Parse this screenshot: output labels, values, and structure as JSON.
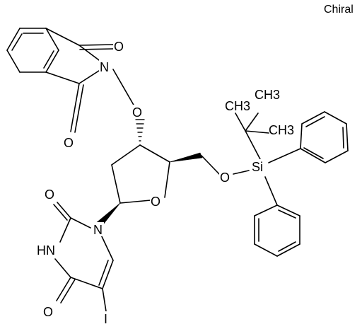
{
  "diagram": {
    "stereo_label": "Chiral",
    "atoms": {
      "o_imide_top": "O",
      "n_imide": "N",
      "o_imide_bottom": "O",
      "o_linker": "O",
      "o_ring": "O",
      "o_silyl_ether": "O",
      "si": "Si",
      "ch3_top_left": "CH3",
      "ch3_top_right": "CH3",
      "ch3_right": "CH3",
      "n_uracil": "N",
      "o_uracil_2": "O",
      "nh_uracil": "HN",
      "o_uracil_4": "O",
      "iodine": "I"
    }
  }
}
